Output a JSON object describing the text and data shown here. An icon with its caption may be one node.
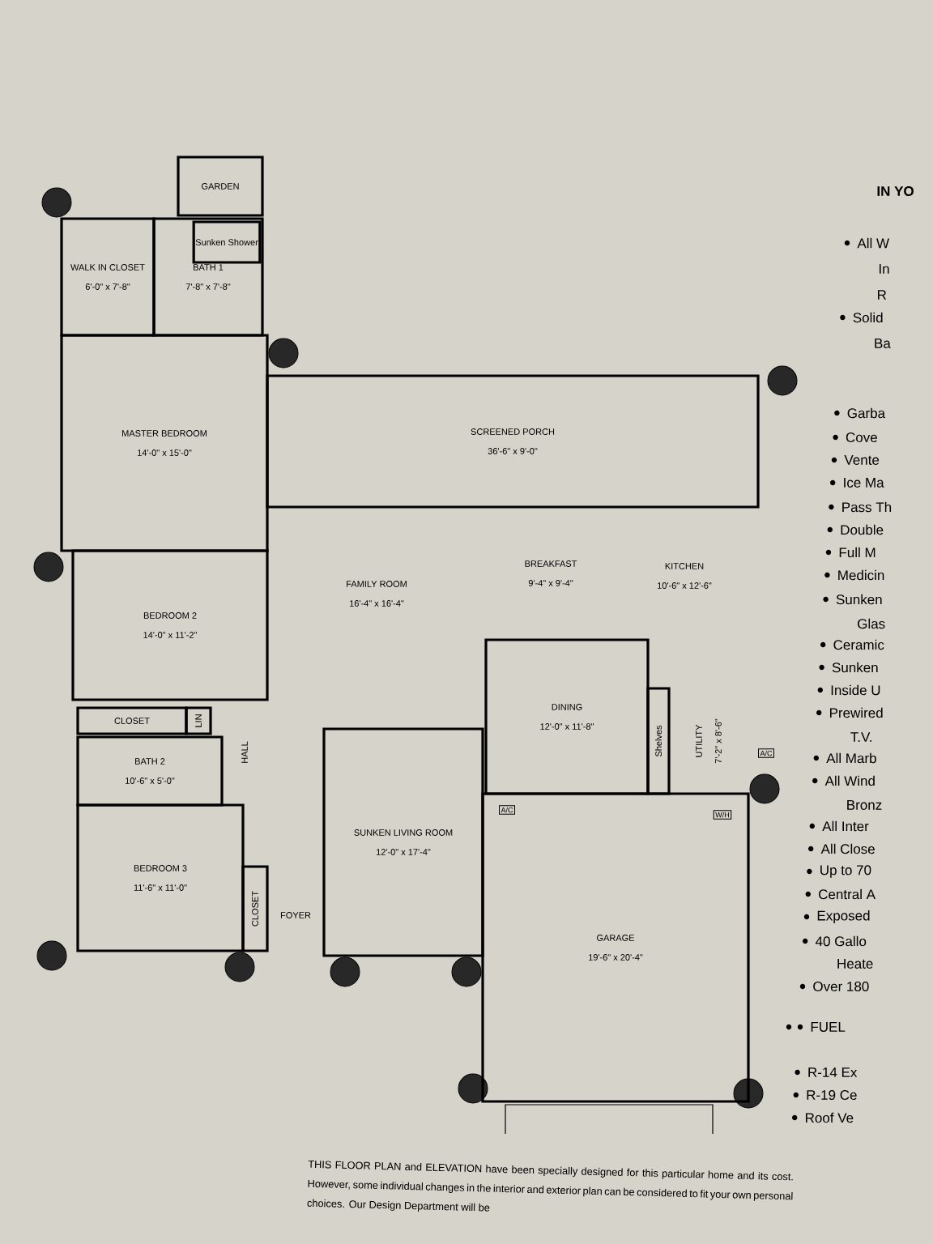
{
  "diagram": {
    "caption": "THIS FLOOR PLAN and ELEVATION have been specially designed for this particular home and its cost. However, some individual changes in the interior and exterior plan can be considered to fit your own personal choices. Our Design Department will be",
    "nodes": [
      {
        "text": [
          "GARDEN"
        ]
      },
      {
        "text": [
          "WALK IN CLOSET",
          "6'-0\" x 7'-8\""
        ]
      },
      {
        "text": [
          "BATH 1",
          "7'-8\" x 7'-8\""
        ]
      },
      {
        "text": [
          "Sunken Shower"
        ],
        "in": 2
      },
      {
        "text": [
          "MASTER BEDROOM",
          "14'-0\" x 15'-0\""
        ]
      },
      {
        "text": [
          "SCREENED PORCH",
          "36'-6\" x 9'-0\""
        ]
      },
      {
        "text": [
          "FAMILY ROOM",
          "16'-4\" x 16'-4\""
        ]
      },
      {
        "text": [
          "BREAKFAST",
          "9'-4\" x 9'-4\""
        ]
      },
      {
        "text": [
          "KITCHEN",
          "10'-6\" x 12'-6\""
        ]
      },
      {
        "text": [
          "BEDROOM 2",
          "14'-0\" x 11'-2\""
        ]
      },
      {
        "text": [
          "CLOSET"
        ]
      },
      {
        "text": [
          "LIN"
        ]
      },
      {
        "text": [
          "BATH 2",
          "10'-6\" x 5'-0\""
        ]
      },
      {
        "text": [
          "HALL"
        ]
      },
      {
        "text": [
          "DINING",
          "12'-0\" x 11'-8\""
        ]
      },
      {
        "text": [
          "Shelves"
        ]
      },
      {
        "text": [
          "UTILITY",
          "7'-2\" x 8'-6\""
        ]
      },
      {
        "text": [
          "BEDROOM 3",
          "11'-6\" x 11'-0\""
        ]
      },
      {
        "text": [
          "CLOSET"
        ]
      },
      {
        "text": [
          "FOYER"
        ]
      },
      {
        "text": [
          "SUNKEN LIVING ROOM",
          "12'-0\" x 17'-4\""
        ]
      },
      {
        "text": [
          "GARAGE",
          "19'-6\" x 20'-4\""
        ]
      }
    ],
    "labels": [
      "IN YO",
      "All W",
      "In",
      "R",
      "Solid",
      "Ba",
      "Garba",
      "Cove",
      "Vente",
      "Ice Ma",
      "Pass Th",
      "Double",
      "Full M",
      "Medicin",
      "Sunken",
      "Glas",
      "Ceramic",
      "Sunken",
      "Inside U",
      "Prewired",
      "T.V.",
      "All Marb",
      "All Wind",
      "Bronz",
      "All Inter",
      "All Close",
      "Up to 70",
      "Central A",
      "Exposed",
      "40 Gallo",
      "Heate",
      "Over 180",
      "FUEL",
      "R-14 Ex",
      "R-19 Ce",
      "Roof Ve",
      "A/C",
      "A/C",
      "W/H"
    ]
  }
}
